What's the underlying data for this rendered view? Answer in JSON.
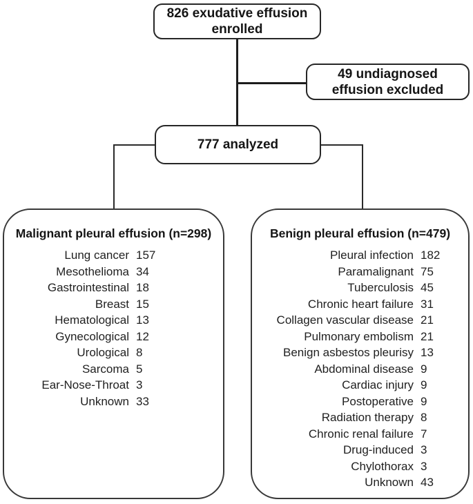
{
  "colors": {
    "background": "#ffffff",
    "border": "#2a2a2a",
    "text": "#1a1a1a",
    "line": "#1c1c1c"
  },
  "enrolled_box": {
    "line1": "826 exudative effusion",
    "line2": "enrolled"
  },
  "excluded_box": {
    "line1": "49 undiagnosed",
    "line2": "effusion excluded"
  },
  "analyzed_box": {
    "label": "777 analyzed"
  },
  "malignant": {
    "title": "Malignant pleural effusion (n=298)",
    "items": [
      {
        "label": "Lung cancer",
        "value": "157"
      },
      {
        "label": "Mesothelioma",
        "value": "34"
      },
      {
        "label": "Gastrointestinal",
        "value": "18"
      },
      {
        "label": "Breast",
        "value": "15"
      },
      {
        "label": "Hematological",
        "value": "13"
      },
      {
        "label": "Gynecological",
        "value": "12"
      },
      {
        "label": "Urological",
        "value": "8"
      },
      {
        "label": "Sarcoma",
        "value": "5"
      },
      {
        "label": "Ear-Nose-Throat",
        "value": "3"
      },
      {
        "label": "Unknown",
        "value": "33"
      }
    ]
  },
  "benign": {
    "title": "Benign pleural effusion (n=479)",
    "items": [
      {
        "label": "Pleural infection",
        "value": "182"
      },
      {
        "label": "Paramalignant",
        "value": "75"
      },
      {
        "label": "Tuberculosis",
        "value": "45"
      },
      {
        "label": "Chronic heart failure",
        "value": "31"
      },
      {
        "label": "Collagen vascular disease",
        "value": "21"
      },
      {
        "label": "Pulmonary embolism",
        "value": "21"
      },
      {
        "label": "Benign asbestos pleurisy",
        "value": "13"
      },
      {
        "label": "Abdominal disease",
        "value": "9"
      },
      {
        "label": "Cardiac injury",
        "value": "9"
      },
      {
        "label": "Postoperative",
        "value": "9"
      },
      {
        "label": "Radiation therapy",
        "value": "8"
      },
      {
        "label": "Chronic renal failure",
        "value": "7"
      },
      {
        "label": "Drug-induced",
        "value": "3"
      },
      {
        "label": "Chylothorax",
        "value": "3"
      },
      {
        "label": "Unknown",
        "value": "43"
      }
    ]
  }
}
